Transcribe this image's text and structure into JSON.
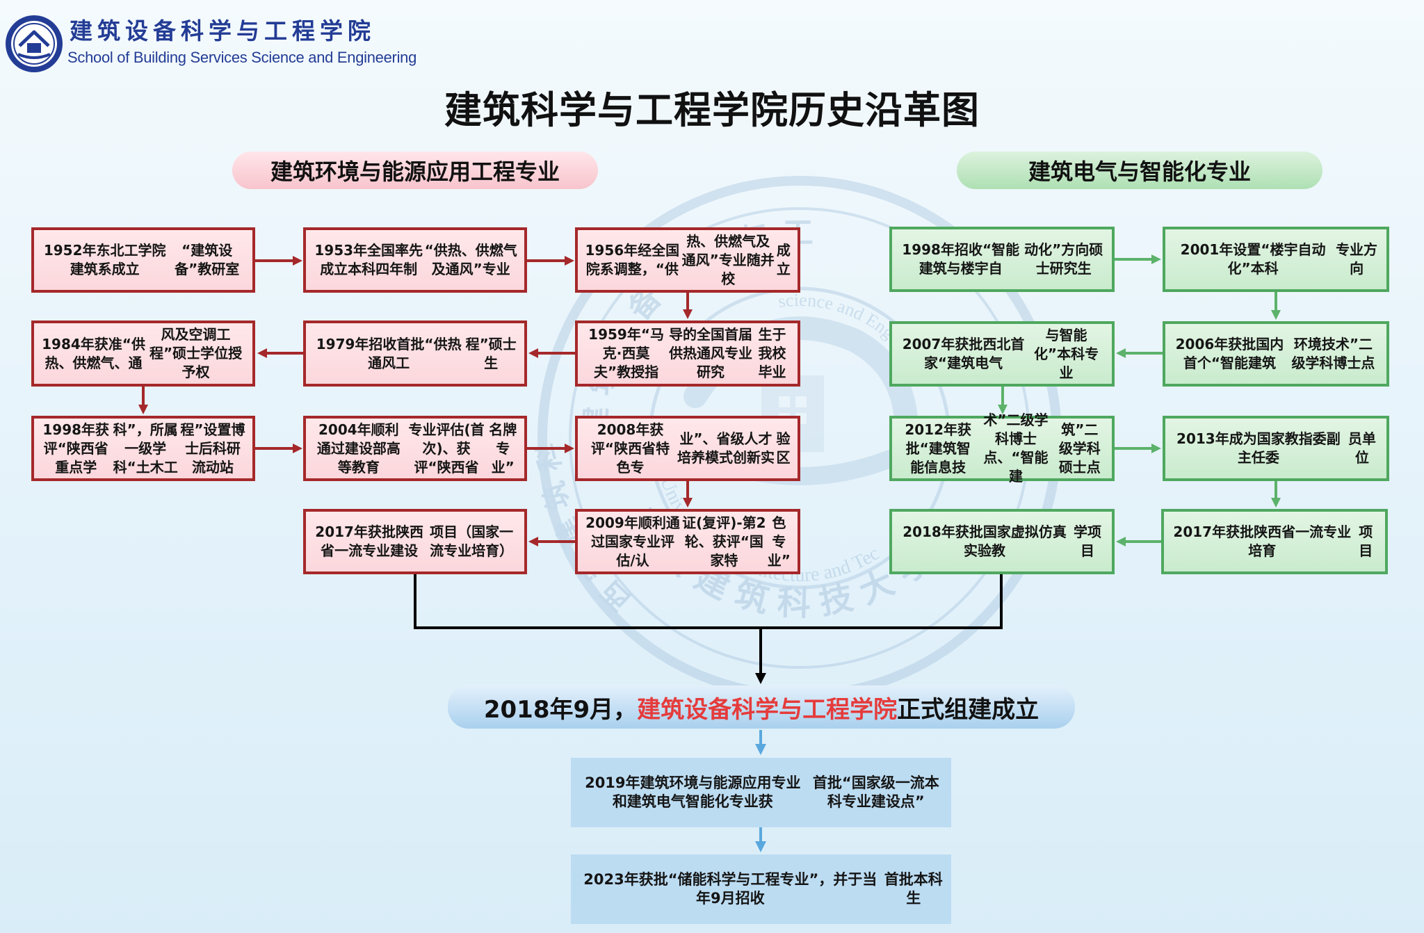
{
  "header": {
    "school_name_cn": "建筑设备科学与工程学院",
    "school_name_en": "School of Building Services Science and Engineering"
  },
  "title": "建筑科学与工程学院历史沿革图",
  "majors": {
    "left": "建筑环境与能源应用工程专业",
    "right": "建筑电气与智能化专业"
  },
  "left_boxes": [
    {
      "lines": [
        "1952年东北工学院建筑系成立",
        "“建筑设备”教研室"
      ]
    },
    {
      "lines": [
        "1953年全国率先成立本科四年制",
        "“供热、供燃气及通风”专业"
      ]
    },
    {
      "lines": [
        "1956年经全国院系调整，“供",
        "热、供燃气及通风”专业随并校",
        "成立"
      ]
    },
    {
      "lines": [
        "1959年“马克·西莫夫”教授指",
        "导的全国首届供热通风专业研究",
        "生于我校毕业"
      ]
    },
    {
      "lines": [
        "1979年招收首批“供热通风工",
        "程”硕士生"
      ]
    },
    {
      "lines": [
        "1984年获准“供热、供燃气、通",
        "风及空调工程”硕士学位授予权"
      ]
    },
    {
      "lines": [
        "1998年获评“陕西省重点学",
        "科”，所属一级学科“土木工",
        "程”设置博士后科研流动站"
      ]
    },
    {
      "lines": [
        "2004年顺利通过建设部高等教育",
        "专业评估(首次)、获评“陕西省",
        "名牌专业”"
      ]
    },
    {
      "lines": [
        "2008年获评“陕西省特色专",
        "业”、省级人才培养模式创新实",
        "验区"
      ]
    },
    {
      "lines": [
        "2009年顺利通过国家专业评估/认",
        "证(复评)-第2轮、获评“国家特",
        "色专业”"
      ]
    },
    {
      "lines": [
        "2017年获批陕西省一流专业建设",
        "项目（国家一流专业培育）"
      ]
    }
  ],
  "right_boxes": [
    {
      "lines": [
        "1998年招收“智能建筑与楼宇自",
        "动化”方向硕士研究生"
      ]
    },
    {
      "lines": [
        "2001年设置“楼宇自动化”本科",
        "专业方向"
      ]
    },
    {
      "lines": [
        "2006年获批国内首个“智能建筑",
        "环境技术”二级学科博士点"
      ]
    },
    {
      "lines": [
        "2007年获批西北首家“建筑电气",
        "与智能化”本科专业"
      ]
    },
    {
      "lines": [
        "2012年获批“建筑智能信息技",
        "术”二级学科博士点、“智能建",
        "筑”二级学科硕士点"
      ]
    },
    {
      "lines": [
        "2013年成为国家教指委副主任委",
        "员单位"
      ]
    },
    {
      "lines": [
        "2017年获批陕西省一流专业培育",
        "项目"
      ]
    },
    {
      "lines": [
        "2018年获批国家虚拟仿真实验教",
        "学项目"
      ]
    }
  ],
  "established": {
    "prefix": "2018年9月，",
    "highlight": "建筑设备科学与工程学院",
    "suffix": "正式组建成立"
  },
  "bottom_boxes": [
    {
      "lines": [
        "2019年建筑环境与能源应用专业和建筑电气智能化专业获",
        "首批“国家级一流本科专业建设点”"
      ]
    },
    {
      "lines": [
        "2023年获批“储能科学与工程专业”，并于当年9月招收",
        "首批本科生"
      ]
    }
  ],
  "watermark": {
    "arc_top": "建 筑 设 备 科 学 与 工",
    "arc_inner": "science and Eng",
    "arc_left": "西 安 建 筑 科",
    "arc_left_inner": "of",
    "arc_bottom_inner": "University of Architecture and Tec",
    "arc_bottom": "西 安 建 筑 科 技 大 学"
  },
  "colors": {
    "red_border": "#a5282a",
    "green_border": "#4fa85f",
    "blue_arrow": "#5aa7de",
    "highlight_text": "#e53b3b",
    "header_blue": "#233c95"
  },
  "icons": [
    "university-logo-icon",
    "watermark-seal-icon"
  ]
}
